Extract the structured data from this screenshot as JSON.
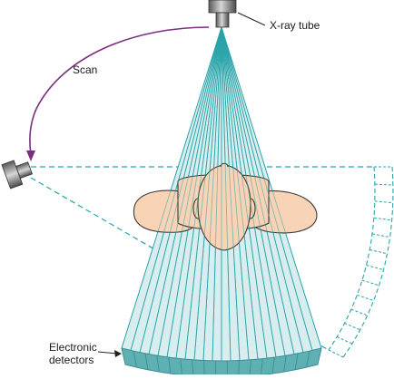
{
  "labels": {
    "tube": "X-ray tube",
    "scan": "Scan",
    "detectors_line1": "Electronic",
    "detectors_line2": "detectors"
  },
  "beam": {
    "ray_count": 23,
    "detector_count": 17,
    "rotated_detector_count": 12
  },
  "colors": {
    "beam_fill": "#d8eeee",
    "beam_line": "#2aa3aa",
    "detector_fill": "#5fb0b2",
    "detector_dark": "#3d8f93",
    "head": "#f8d3b5",
    "head_outline": "#3a3a3a",
    "scan_arrow": "#7a2f7e",
    "dashed": "#2aa3aa",
    "tube_body": "#6b6b6b",
    "tube_light": "#bdbdbd"
  }
}
